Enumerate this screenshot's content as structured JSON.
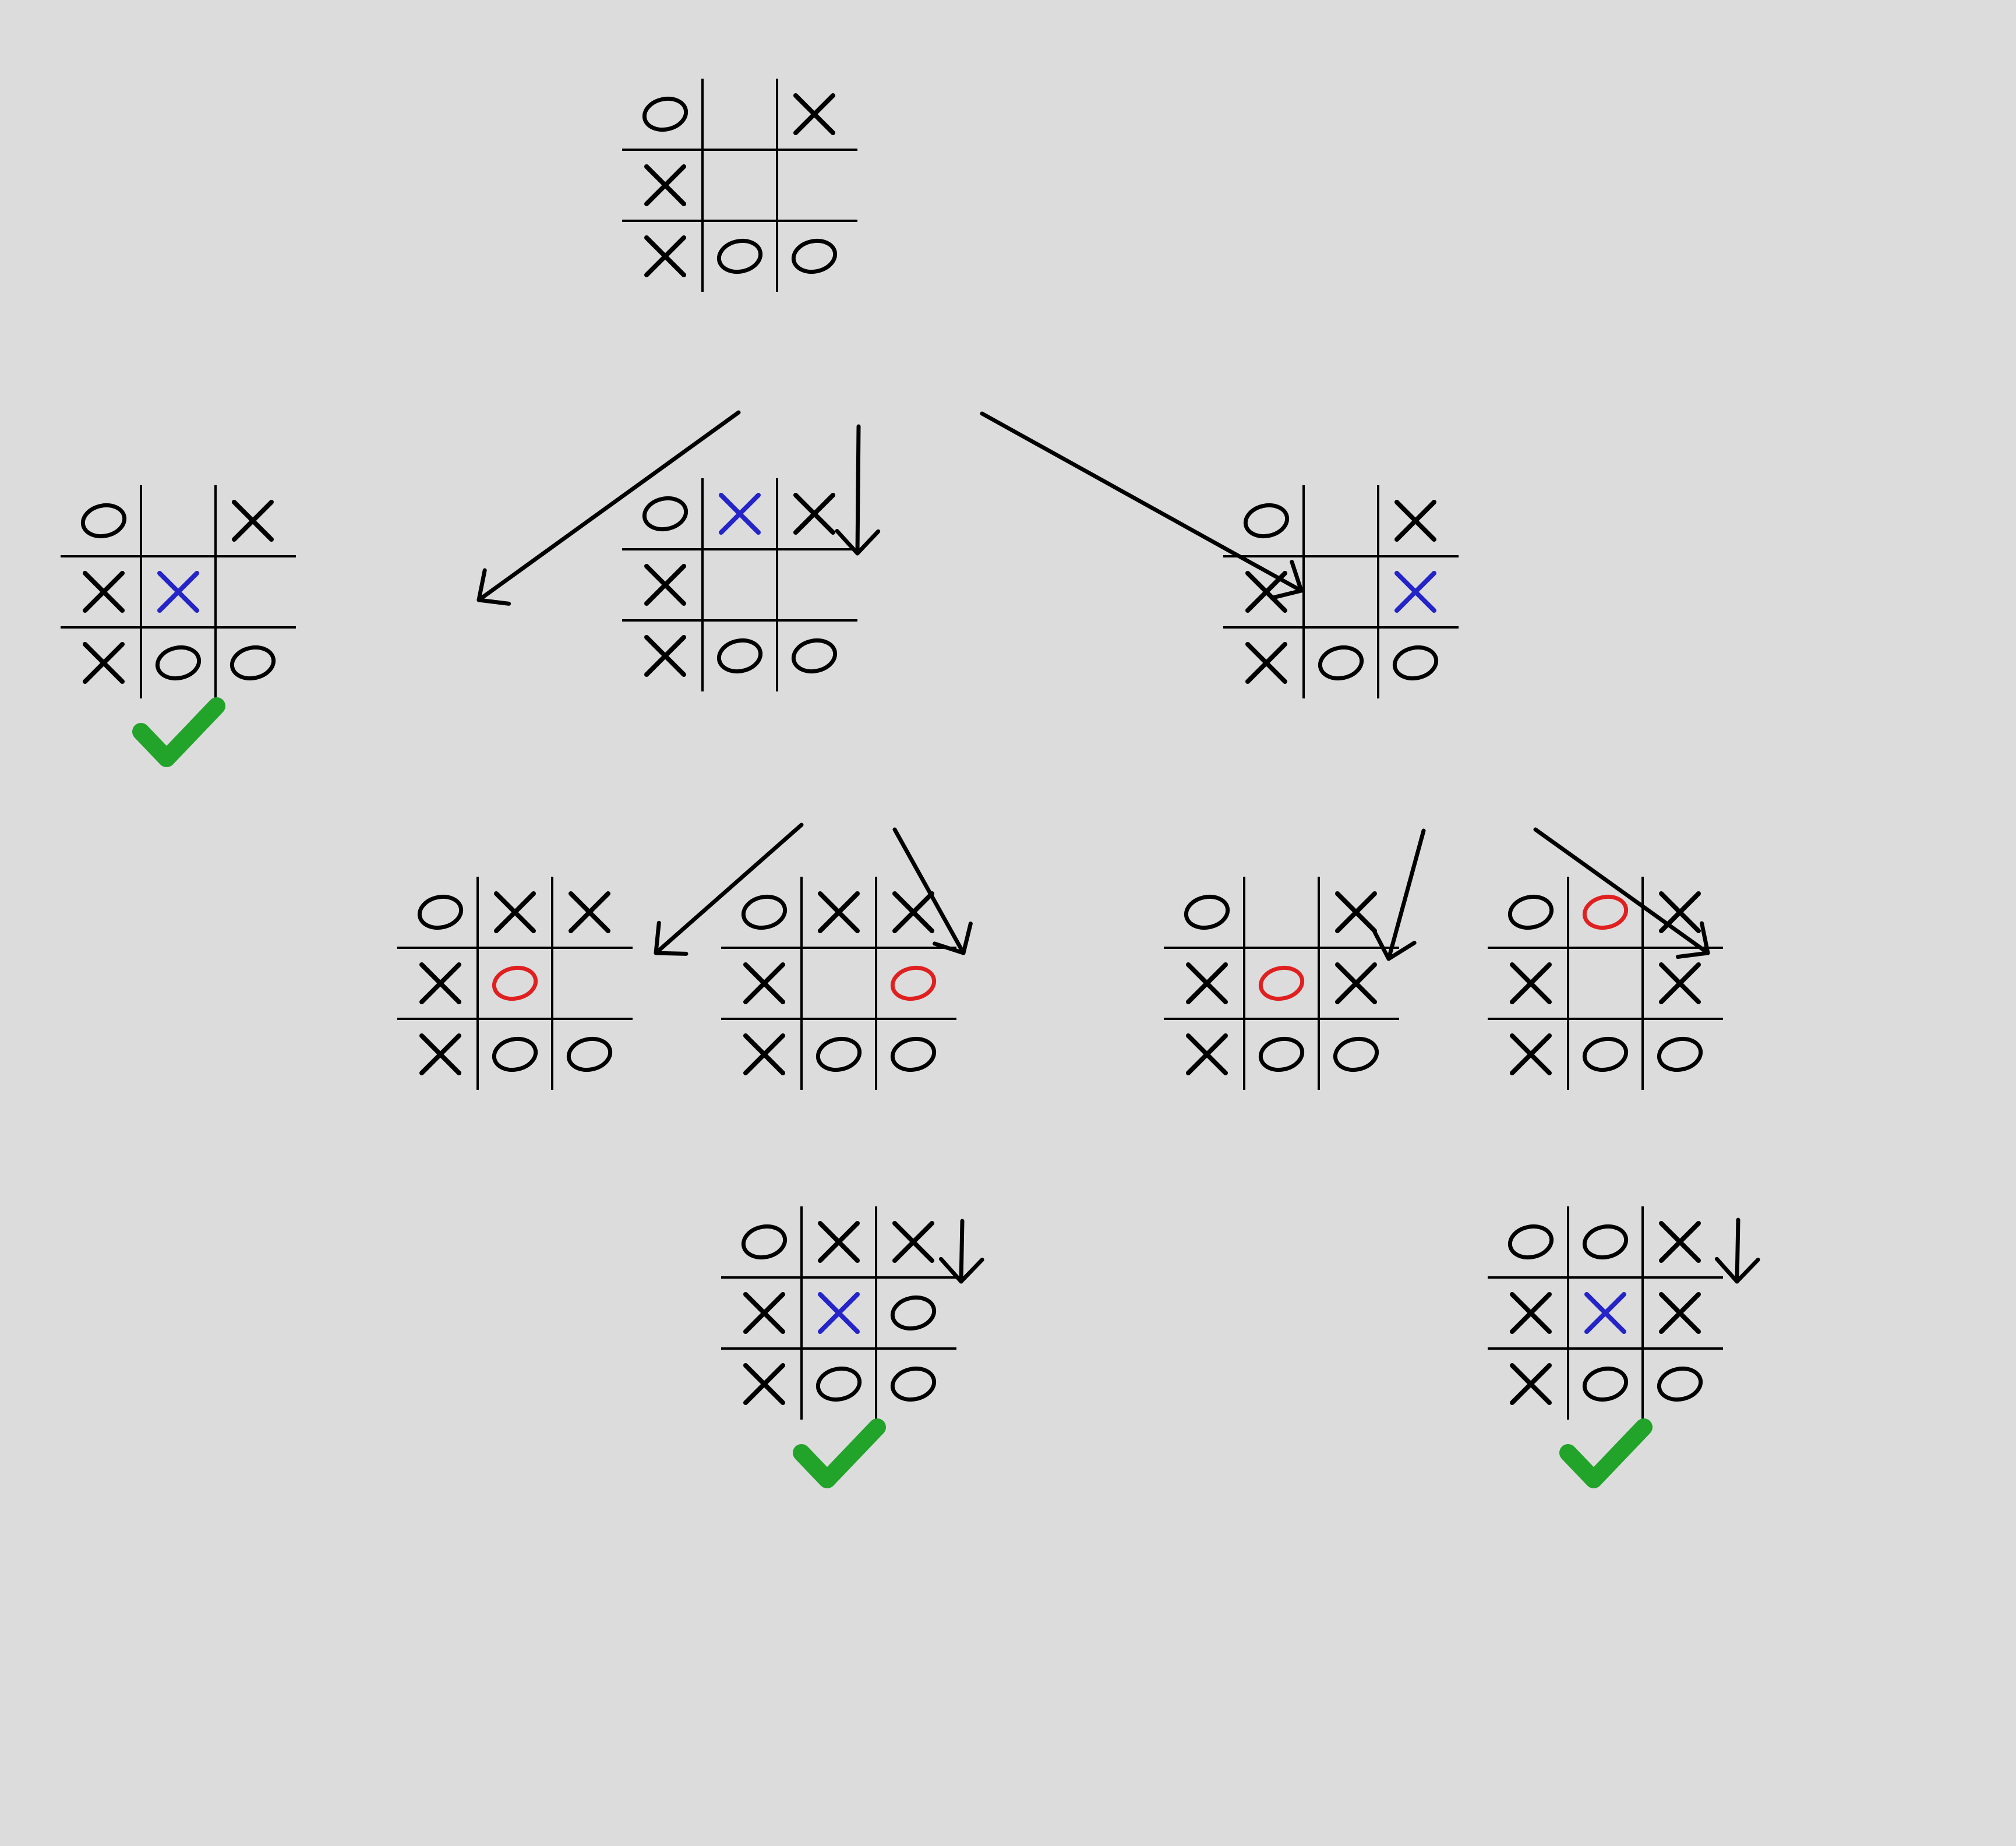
{
  "colors": {
    "background": "#dcdcdc",
    "ink": "#000000",
    "x_move": "#2424c8",
    "o_move": "#e02020",
    "win_check": "#22a32a"
  },
  "legend_marks": {
    "x": "X",
    "o": "O"
  },
  "tree": {
    "boards": [
      {
        "id": "root",
        "cells": [
          "O",
          "",
          "X",
          "X",
          "",
          "",
          "X",
          "O",
          "O"
        ],
        "highlight_index": null,
        "highlight_player": null,
        "win": false
      },
      {
        "id": "b1",
        "cells": [
          "O",
          "",
          "X",
          "X",
          "X",
          "",
          "X",
          "O",
          "O"
        ],
        "highlight_index": 4,
        "highlight_player": "X",
        "win": true
      },
      {
        "id": "b2",
        "cells": [
          "O",
          "X",
          "X",
          "X",
          "",
          "",
          "X",
          "O",
          "O"
        ],
        "highlight_index": 1,
        "highlight_player": "X",
        "win": false
      },
      {
        "id": "b3",
        "cells": [
          "O",
          "",
          "X",
          "X",
          "",
          "X",
          "X",
          "O",
          "O"
        ],
        "highlight_index": 5,
        "highlight_player": "X",
        "win": false
      },
      {
        "id": "b2a",
        "cells": [
          "O",
          "X",
          "X",
          "X",
          "O",
          "",
          "X",
          "O",
          "O"
        ],
        "highlight_index": 4,
        "highlight_player": "O",
        "win": false
      },
      {
        "id": "b2b",
        "cells": [
          "O",
          "X",
          "X",
          "X",
          "",
          "O",
          "X",
          "O",
          "O"
        ],
        "highlight_index": 5,
        "highlight_player": "O",
        "win": false
      },
      {
        "id": "b3a",
        "cells": [
          "O",
          "",
          "X",
          "X",
          "O",
          "X",
          "X",
          "O",
          "O"
        ],
        "highlight_index": 4,
        "highlight_player": "O",
        "win": false
      },
      {
        "id": "b3b",
        "cells": [
          "O",
          "O",
          "X",
          "X",
          "",
          "X",
          "X",
          "O",
          "O"
        ],
        "highlight_index": 1,
        "highlight_player": "O",
        "win": false
      },
      {
        "id": "b2b-end",
        "cells": [
          "O",
          "X",
          "X",
          "X",
          "X",
          "O",
          "X",
          "O",
          "O"
        ],
        "highlight_index": 4,
        "highlight_player": "X",
        "win": true
      },
      {
        "id": "b3b-end",
        "cells": [
          "O",
          "O",
          "X",
          "X",
          "X",
          "X",
          "X",
          "O",
          "O"
        ],
        "highlight_index": 4,
        "highlight_player": "X",
        "win": true
      }
    ],
    "edges": [
      {
        "from": "root",
        "to": "b1"
      },
      {
        "from": "root",
        "to": "b2"
      },
      {
        "from": "root",
        "to": "b3"
      },
      {
        "from": "b2",
        "to": "b2a"
      },
      {
        "from": "b2",
        "to": "b2b"
      },
      {
        "from": "b3",
        "to": "b3a"
      },
      {
        "from": "b3",
        "to": "b3b"
      },
      {
        "from": "b2b",
        "to": "b2b-end"
      },
      {
        "from": "b3b",
        "to": "b3b-end"
      }
    ]
  }
}
